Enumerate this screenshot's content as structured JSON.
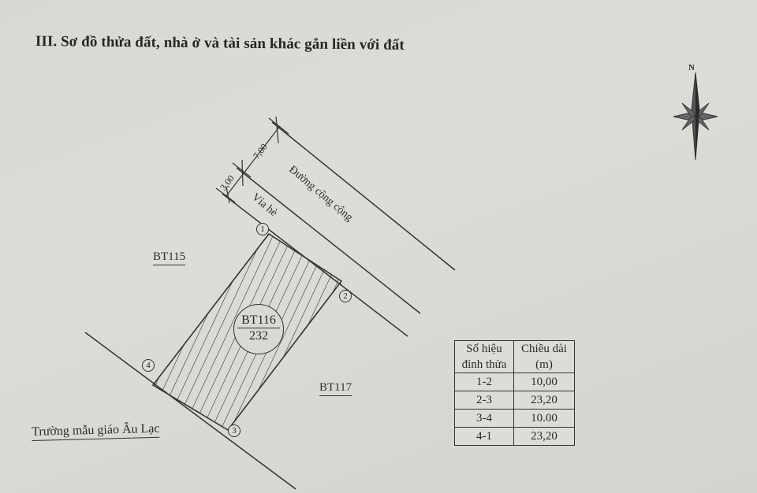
{
  "document": {
    "section_title": "III. Sơ đồ thửa đất, nhà ở và tài sản khác gắn liền với đất"
  },
  "diagram": {
    "road_label": "Đường cộng cộng",
    "sidewalk_label": "Vỉa hè",
    "road_width": "7,00",
    "sidewalk_width": "3,00",
    "neighbors": {
      "northwest": "BT115",
      "southeast": "BT117",
      "southwest": "Trường mẫu giáo Âu Lạc"
    },
    "parcel": {
      "id": "BT116",
      "area": "232"
    },
    "vertices": [
      "1",
      "2",
      "3",
      "4"
    ],
    "compass": {
      "label": "N",
      "icon": "north-arrow-compass-icon"
    }
  },
  "edge_table": {
    "headers": [
      "Số hiệu đỉnh thửa",
      "Chiều dài (m)"
    ],
    "rows": [
      {
        "edge": "1-2",
        "length": "10,00"
      },
      {
        "edge": "2-3",
        "length": "23,20"
      },
      {
        "edge": "3-4",
        "length": "10.00"
      },
      {
        "edge": "4-1",
        "length": "23,20"
      }
    ]
  }
}
